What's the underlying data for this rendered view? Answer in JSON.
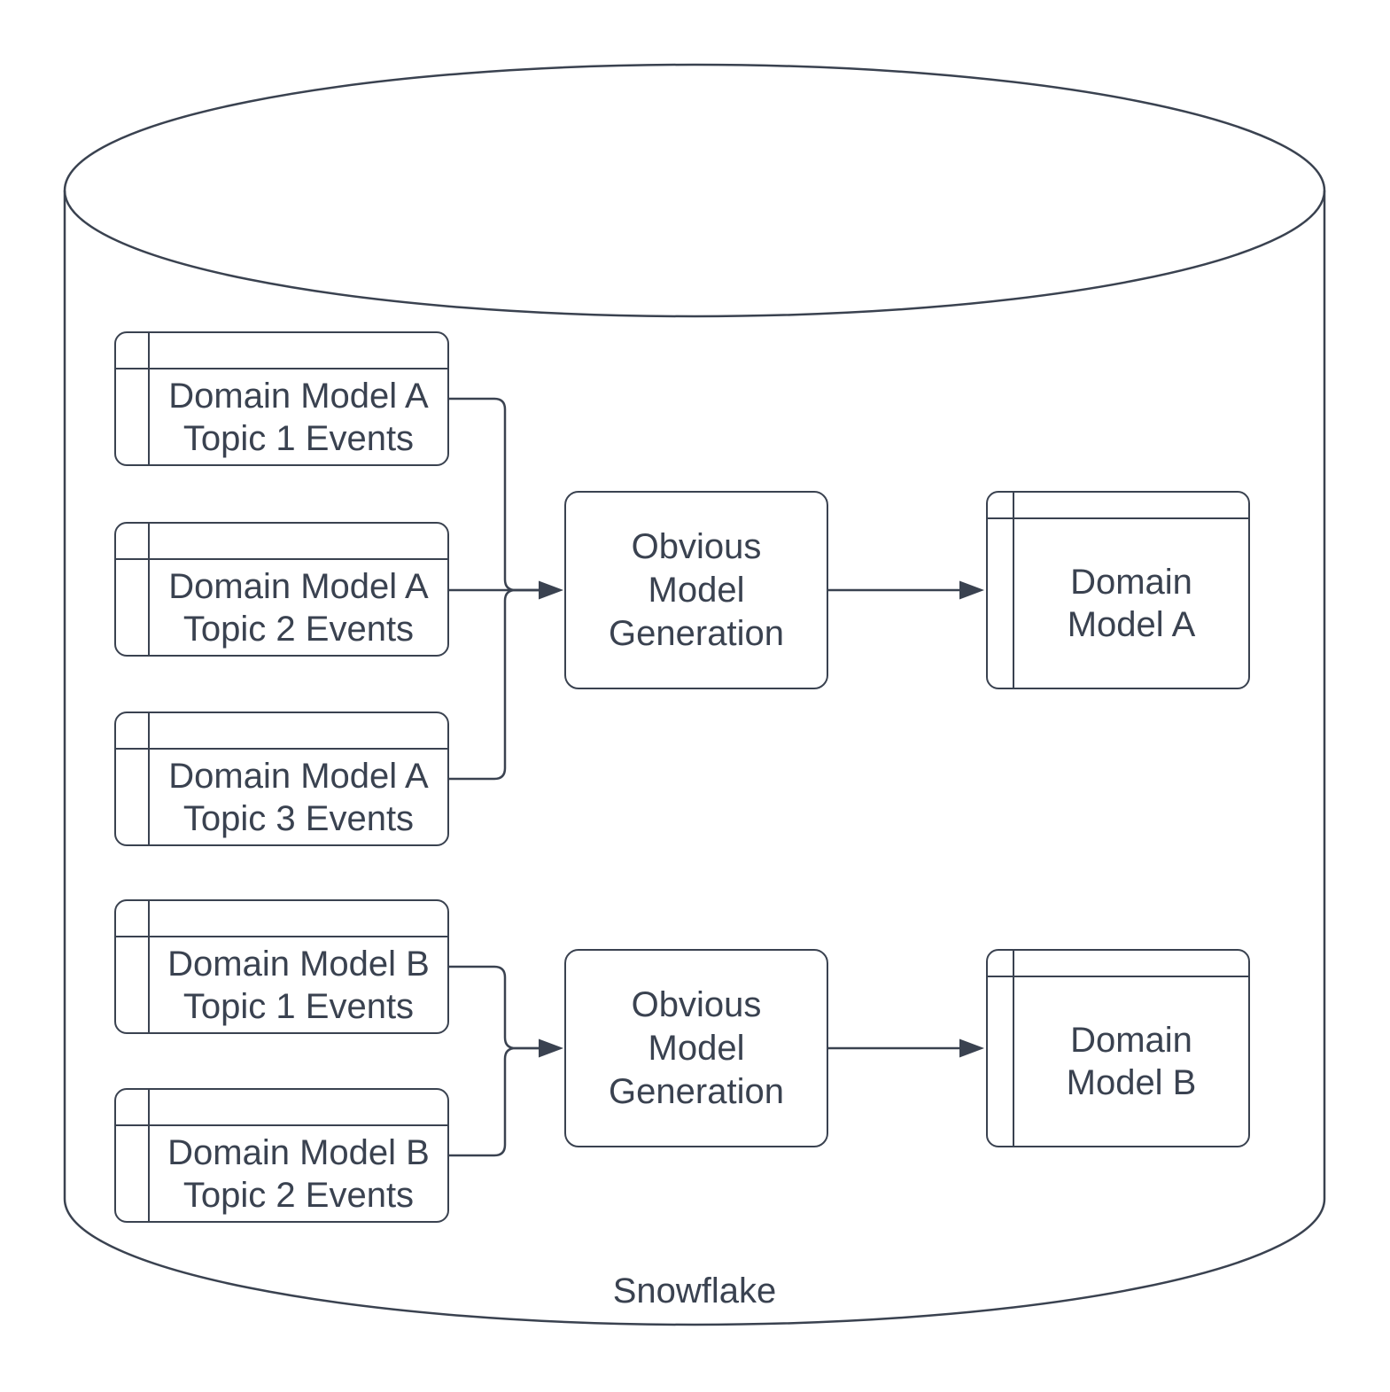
{
  "colors": {
    "stroke": "#3a4250",
    "text": "#3a4250",
    "fill": "#ffffff"
  },
  "cylinder": {
    "label": "Snowflake"
  },
  "groups": {
    "a": {
      "sources": [
        {
          "lines": [
            "Domain Model A",
            "Topic 1 Events"
          ]
        },
        {
          "lines": [
            "Domain Model A",
            "Topic 2 Events"
          ]
        },
        {
          "lines": [
            "Domain Model A",
            "Topic 3 Events"
          ]
        }
      ],
      "process": {
        "lines": [
          "Obvious",
          "Model",
          "Generation"
        ]
      },
      "output": {
        "lines": [
          "Domain",
          "Model A"
        ]
      }
    },
    "b": {
      "sources": [
        {
          "lines": [
            "Domain Model B",
            "Topic 1 Events"
          ]
        },
        {
          "lines": [
            "Domain Model B",
            "Topic 2 Events"
          ]
        }
      ],
      "process": {
        "lines": [
          "Obvious",
          "Model",
          "Generation"
        ]
      },
      "output": {
        "lines": [
          "Domain",
          "Model B"
        ]
      }
    }
  }
}
